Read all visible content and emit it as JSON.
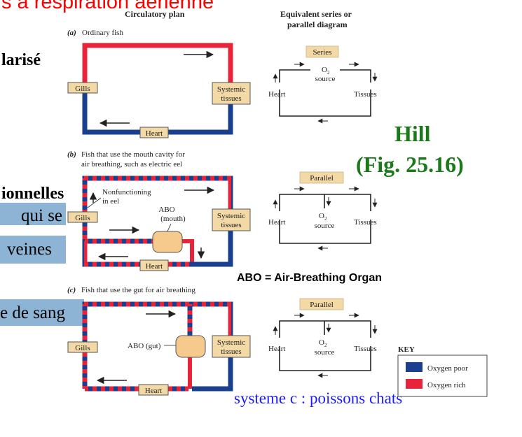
{
  "slide": {
    "title_fragment": "s à respiration aérienne",
    "left_text_1": "larisé",
    "left_text_2": "ionnelles",
    "left_text_3": "qui se",
    "left_text_4": "veines",
    "left_text_5": "e de sang",
    "hill_ref_line1": "Hill",
    "hill_ref_line2": "(Fig. 25.16)",
    "abo_definition": "ABO = Air-Breathing Organ",
    "caption": "systeme c : poissons chats"
  },
  "headers": {
    "circulatory_plan": "Circulatory plan",
    "equivalent_line1": "Equivalent series or",
    "equivalent_line2": "parallel diagram"
  },
  "panels": {
    "a": {
      "letter": "(a)",
      "title": "Ordinary fish",
      "gills": "Gills",
      "systemic_l1": "Systemic",
      "systemic_l2": "tissues",
      "heart": "Heart"
    },
    "b": {
      "letter": "(b)",
      "title_l1": "Fish that use the mouth cavity for",
      "title_l2": "air breathing, such as electric eel",
      "gills": "Gills",
      "nonfunctioning_l1": "Nonfunctioning",
      "nonfunctioning_l2": "in eel",
      "abo_l1": "ABO",
      "abo_l2": "(mouth)",
      "systemic_l1": "Systemic",
      "systemic_l2": "tissues",
      "heart": "Heart"
    },
    "c": {
      "letter": "(c)",
      "title": "Fish that use the gut for air breathing",
      "gills": "Gills",
      "abo": "ABO (gut)",
      "systemic_l1": "Systemic",
      "systemic_l2": "tissues",
      "heart": "Heart"
    }
  },
  "equivalents": {
    "a": {
      "badge": "Series",
      "o2": "O",
      "o2_sub": "2",
      "source": "source",
      "heart": "Heart",
      "tissues": "Tissues"
    },
    "b": {
      "badge": "Parallel",
      "o2": "O",
      "o2_sub": "2",
      "source": "source",
      "heart": "Heart",
      "tissues": "Tissues"
    },
    "c": {
      "badge": "Parallel",
      "o2": "O",
      "o2_sub": "2",
      "source": "source",
      "heart": "Heart",
      "tissues": "Tissues"
    }
  },
  "key": {
    "title": "KEY",
    "items": [
      {
        "label": "Oxygen poor",
        "color": "#1a3f8f"
      },
      {
        "label": "Oxygen rich",
        "color": "#e8243b"
      }
    ]
  },
  "colors": {
    "oxygen_poor": "#1a3f8f",
    "oxygen_rich": "#e8243b",
    "label_fill": "#f3d9a6",
    "abo_fill": "#f6c98d",
    "title_red": "#ff0000",
    "hill_green": "#1a7a1a",
    "caption_blue": "#1a1aff",
    "side_box": "#8db4d4"
  }
}
